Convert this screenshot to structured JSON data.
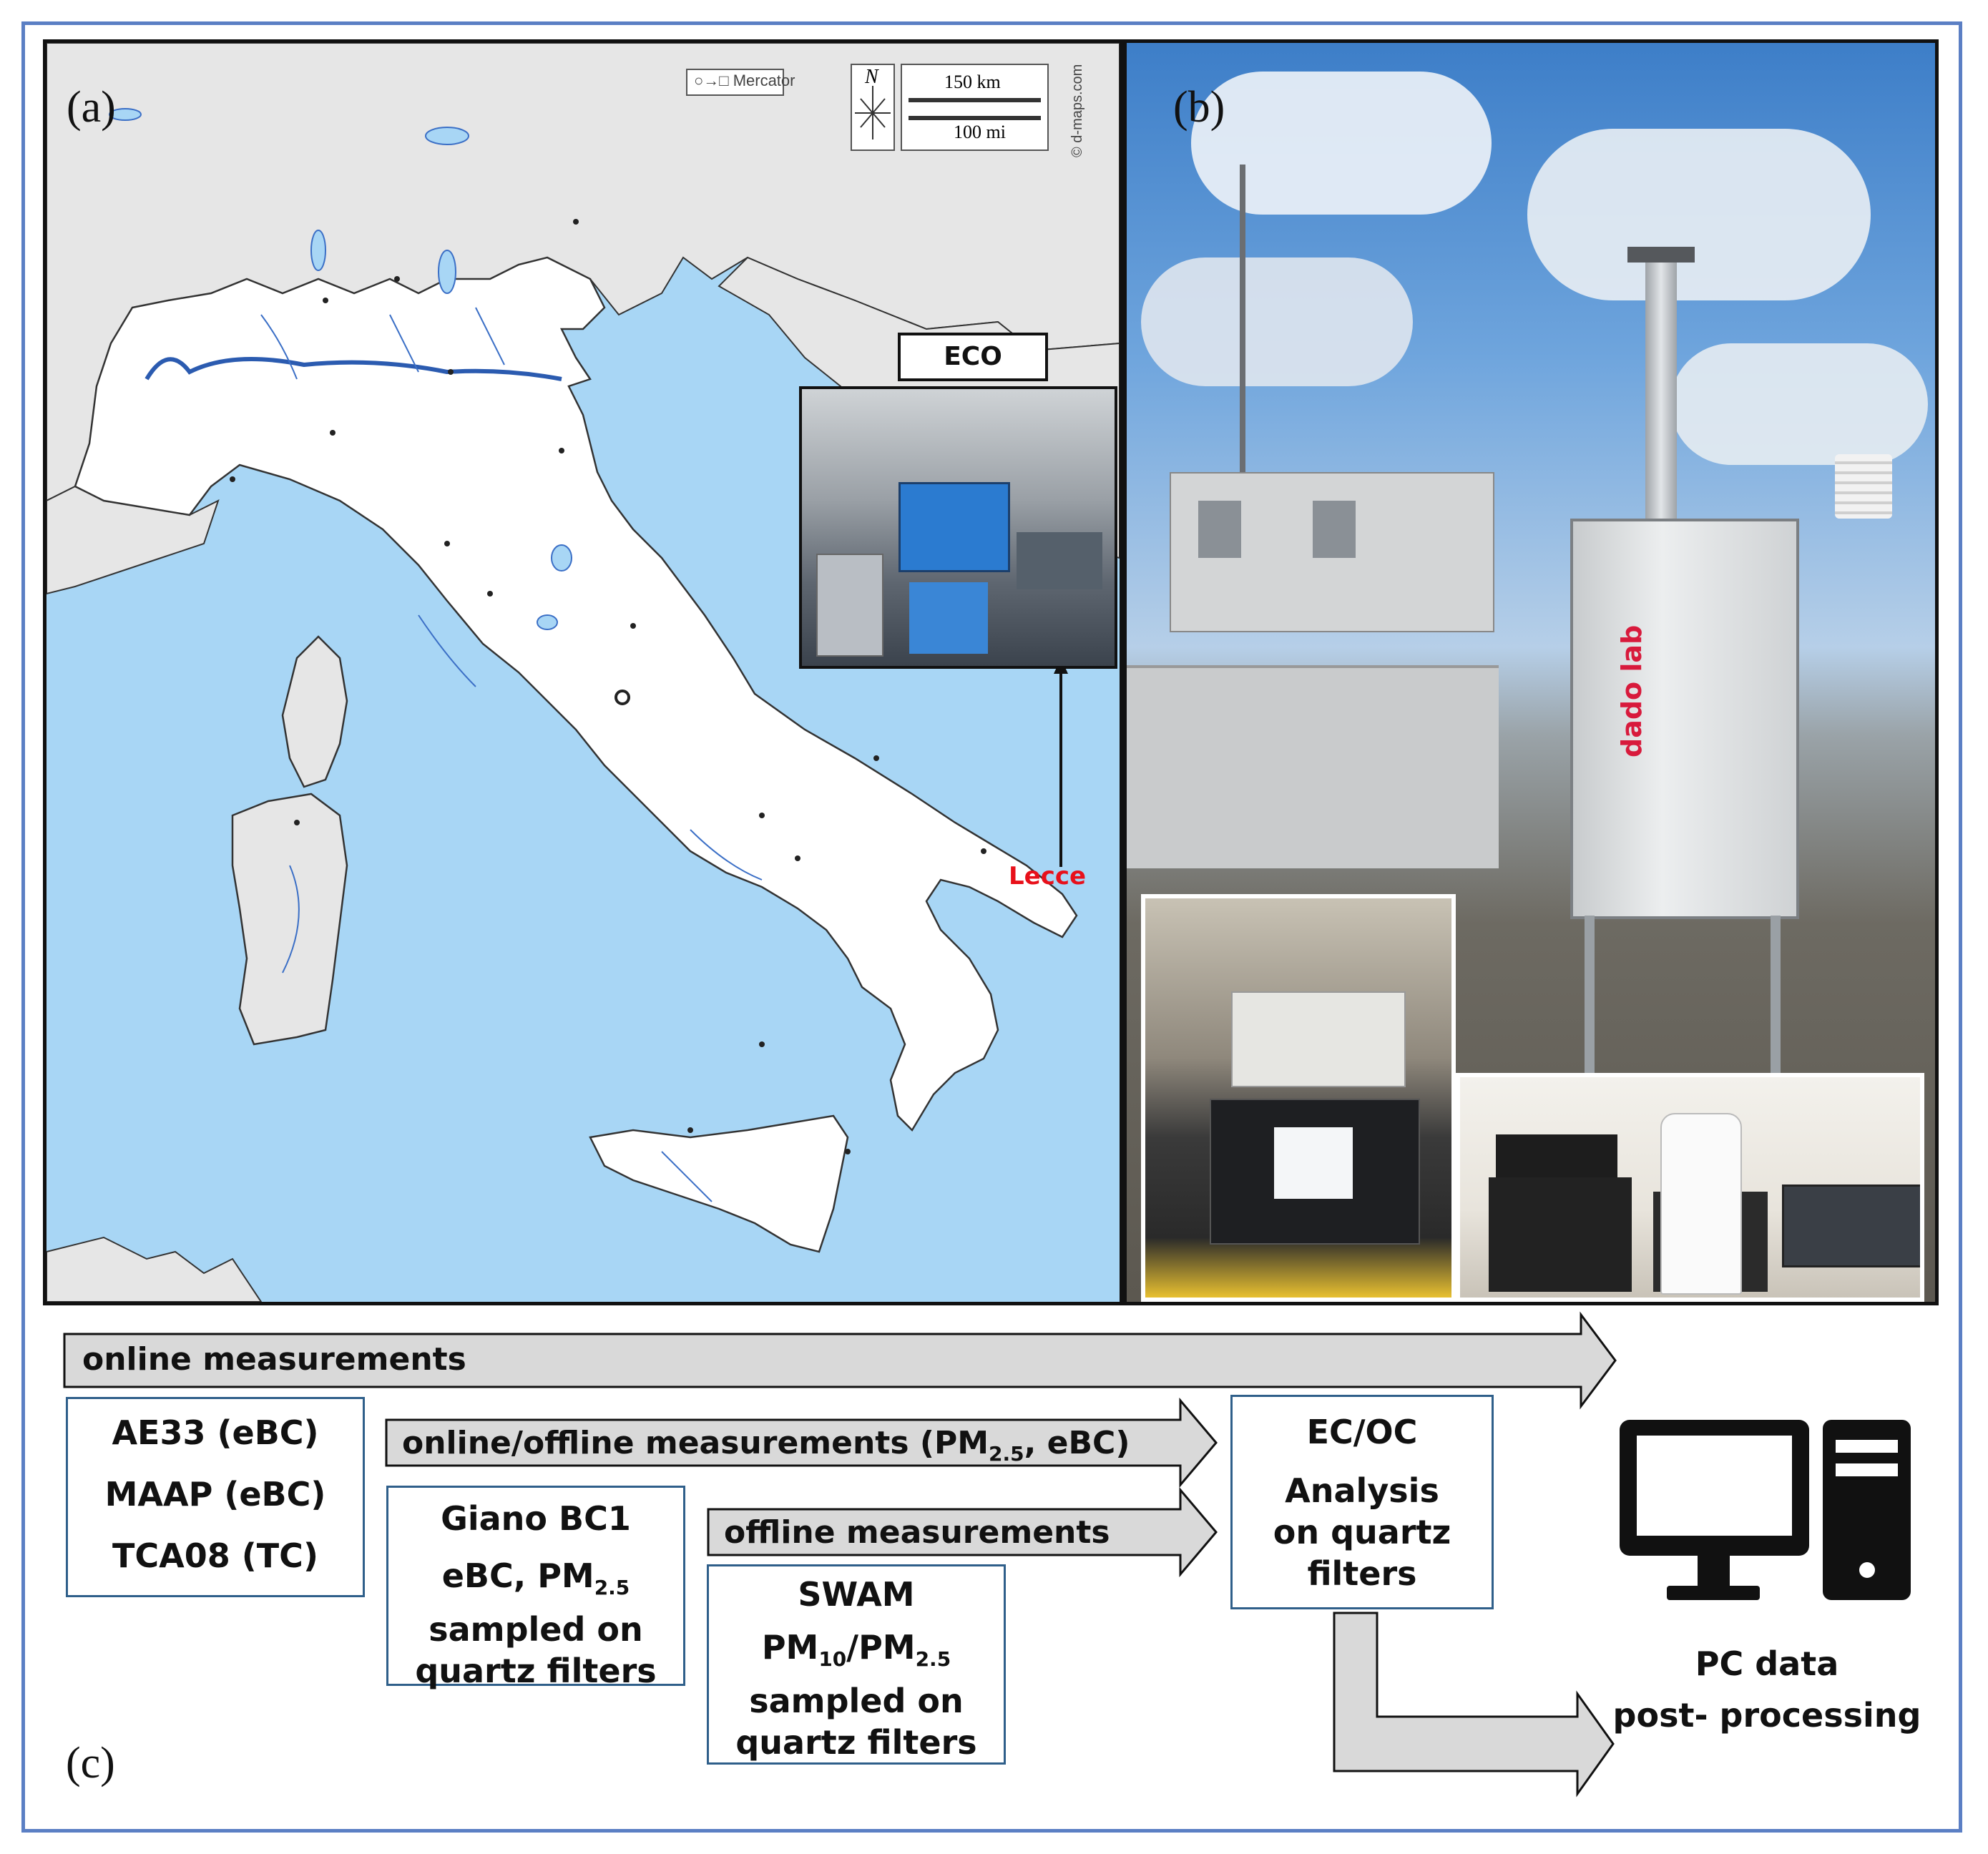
{
  "panels": {
    "a": {
      "label": "(a)",
      "projection_text": "○→□ Mercator",
      "compass_letter": "N",
      "scale_km": "150 km",
      "scale_mi": "100 mi",
      "credit": "© d-maps.com",
      "station_box_title": "ECO",
      "site_label": "Lecce",
      "site_label_color": "#e8101a",
      "sea_color": "#a8d6f5",
      "italy_color": "#ffffff",
      "neighbor_color": "#e6e6e6"
    },
    "b": {
      "label": "(b)",
      "brand_text": "dado lab",
      "brand_color": "#d81a3c"
    },
    "c": {
      "label": "(c)",
      "arrows": {
        "online": "online measurements",
        "online_offline_main": "online/offline measurements (PM",
        "online_offline_sub": "2.5",
        "online_offline_tail": ", eBC)",
        "offline": "offline measurements"
      },
      "box_online": [
        "AE33 (eBC)",
        "MAAP (eBC)",
        "TCA08 (TC)"
      ],
      "box_giano": {
        "title": "Giano BC1",
        "line2_main": "eBC, PM",
        "line2_sub": "2.5",
        "line3": "sampled on",
        "line4": "quartz filters"
      },
      "box_swam": {
        "title": "SWAM",
        "line2_a": "PM",
        "line2_sub1": "10",
        "line2_b": "/PM",
        "line2_sub2": "2.5",
        "line3": "sampled on",
        "line4": "quartz filters"
      },
      "box_ecoc": [
        "EC/OC",
        "Analysis",
        "on quartz",
        "filters"
      ],
      "pc_label": [
        "PC data",
        "post- processing"
      ],
      "arrow_fill": "#d9d9d9",
      "box_border": "#2f5f8a"
    }
  }
}
